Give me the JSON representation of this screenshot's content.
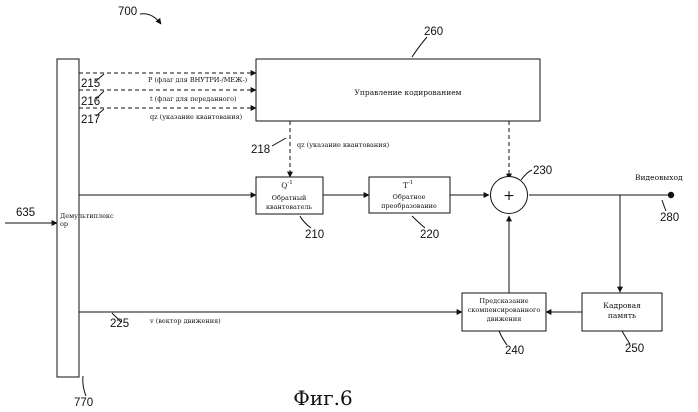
{
  "figure": {
    "number": "700",
    "caption": "Фиг.6"
  },
  "blocks": {
    "demux": {
      "label_lines": [
        "Демультиплекс",
        "ор"
      ],
      "ref": "770"
    },
    "coding_control": {
      "label": "Управление кодированием",
      "ref": "260"
    },
    "dequantizer": {
      "label_sym": "Q",
      "label_sup": "-1",
      "label_lines": [
        "Обратный",
        "квантователь"
      ],
      "ref": "210"
    },
    "inverse_transform": {
      "label_sym": "T",
      "label_sup": "-1",
      "label_lines": [
        "Обратное",
        "преобразование"
      ],
      "ref": "220"
    },
    "adder": {
      "symbol": "+",
      "ref": "230"
    },
    "motion_comp": {
      "label_lines": [
        "Предсказание",
        "скомпенсированного",
        "движения"
      ],
      "ref": "240"
    },
    "frame_memory": {
      "label_lines": [
        "Кадровая",
        "память"
      ],
      "ref": "250"
    }
  },
  "signals": {
    "input": {
      "ref": "635"
    },
    "p_flag": {
      "label": "P (флаг для ВНУТРИ-/МЕЖ-)",
      "ref": "215"
    },
    "t_flag": {
      "label": "t (флаг для переданного)",
      "ref": "216"
    },
    "qz_top": {
      "label": "qz (указание квантования)",
      "ref": "217"
    },
    "qz_down": {
      "label": "qz (указание квантования)",
      "ref": "218"
    },
    "motion_vec": {
      "label": "v (вектор движения)",
      "ref": "225"
    },
    "video_out": {
      "label": "Видеовыход",
      "ref": "280"
    }
  }
}
